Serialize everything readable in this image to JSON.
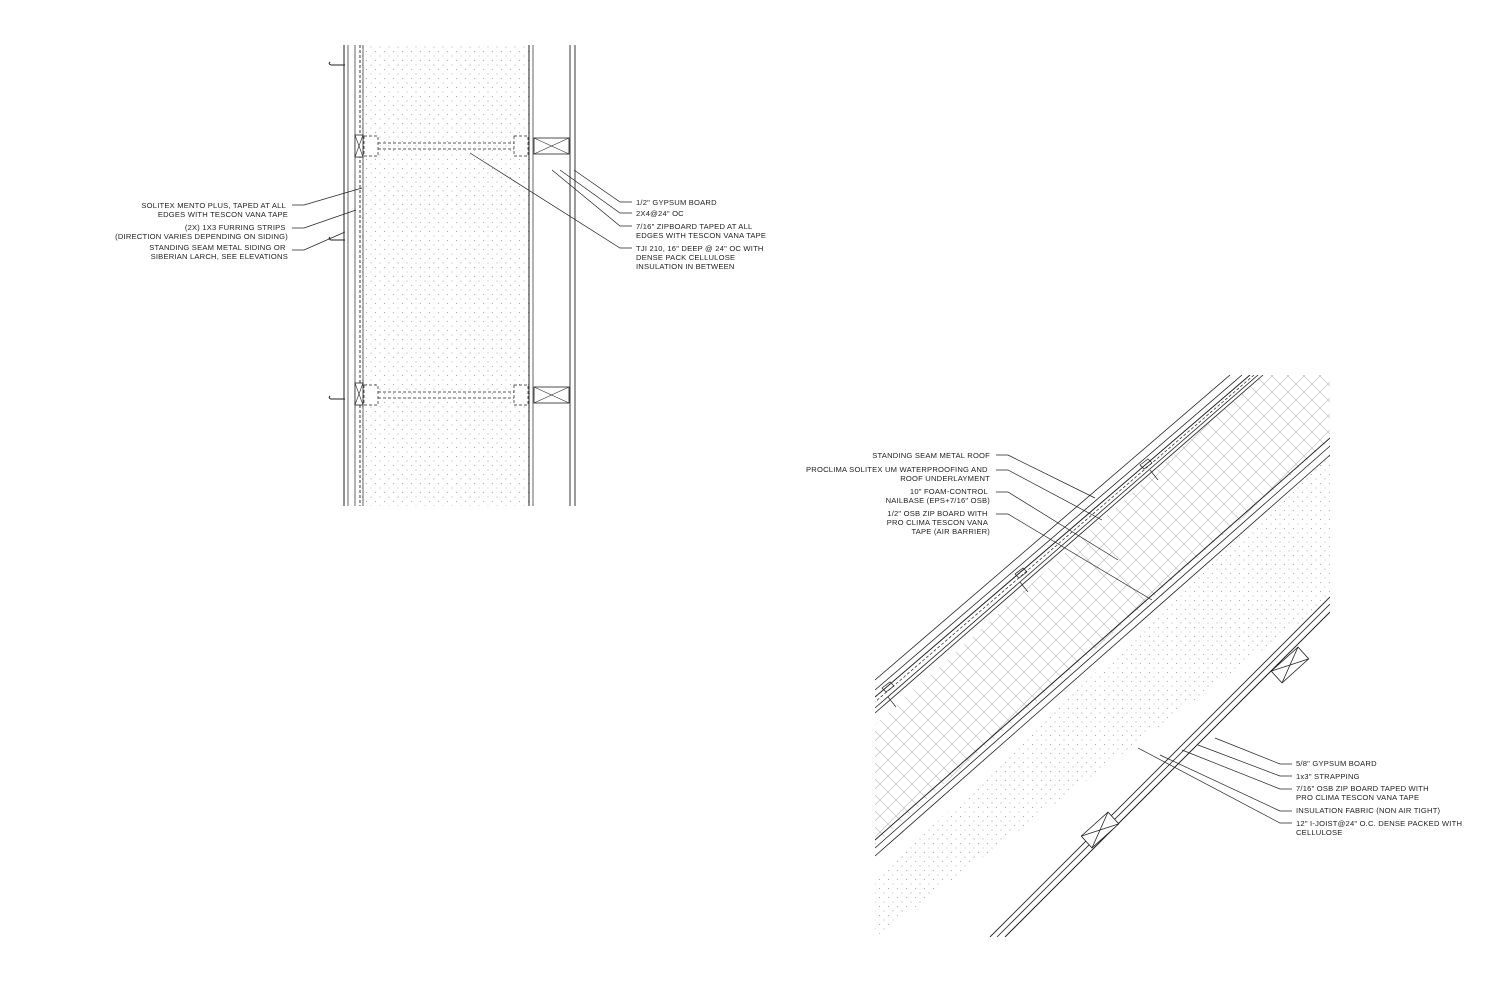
{
  "wall_section": {
    "labels_left": [
      {
        "id": "membrane",
        "lines": [
          "SOLITEX MENTO PLUS, TAPED AT ALL",
          "EDGES WITH TESCON VANA TAPE"
        ]
      },
      {
        "id": "furring",
        "lines": [
          "(2X) 1X3 FURRING STRIPS",
          "(DIRECTION VARIES DEPENDING ON SIDING)"
        ]
      },
      {
        "id": "siding",
        "lines": [
          "STANDING SEAM METAL SIDING OR",
          "SIBERIAN LARCH, SEE ELEVATIONS"
        ]
      }
    ],
    "labels_right": [
      {
        "id": "gypsum",
        "lines": [
          "1/2\" GYPSUM BOARD"
        ]
      },
      {
        "id": "studs",
        "lines": [
          "2X4@24\" OC"
        ]
      },
      {
        "id": "zipboard",
        "lines": [
          "7/16\" ZIPBOARD TAPED AT ALL",
          "EDGES WITH TESCON VANA TAPE"
        ]
      },
      {
        "id": "tji",
        "lines": [
          "TJI 210, 16\" DEEP @ 24\" OC WITH",
          "DENSE PACK CELLULOSE",
          "INSULATION IN BETWEEN"
        ]
      }
    ]
  },
  "roof_section": {
    "labels_top": [
      {
        "id": "roof",
        "lines": [
          "STANDING SEAM METAL ROOF"
        ]
      },
      {
        "id": "underlayment",
        "lines": [
          "PROCLIMA SOLITEX UM WATERPROOFING AND",
          "ROOF UNDERLAYMENT"
        ]
      },
      {
        "id": "nailbase",
        "lines": [
          "10\" FOAM-CONTROL",
          "NAILBASE (EPS+7/16\" OSB)"
        ]
      },
      {
        "id": "osb-zip",
        "lines": [
          "1/2\" OSB ZIP BOARD WITH",
          "PRO CLIMA TESCON VANA",
          "TAPE (AIR BARRIER)"
        ]
      }
    ],
    "labels_bottom": [
      {
        "id": "gypsum58",
        "lines": [
          "5/8\" GYPSUM BOARD"
        ]
      },
      {
        "id": "strapping",
        "lines": [
          "1x3\" STRAPPING"
        ]
      },
      {
        "id": "osb716",
        "lines": [
          "7/16\" OSB ZIP BOARD TAPED WITH",
          "PRO CLIMA TESCON VANA TAPE"
        ]
      },
      {
        "id": "fabric",
        "lines": [
          "INSULATION FABRIC (NON AIR TIGHT)"
        ]
      },
      {
        "id": "ijoist",
        "lines": [
          "12\" I-JOIST@24\" O.C. DENSE PACKED WITH",
          "CELLULOSE"
        ]
      }
    ]
  },
  "colors": {
    "line": "#222222",
    "hatch": "#9a9a9a",
    "background": "#ffffff"
  }
}
